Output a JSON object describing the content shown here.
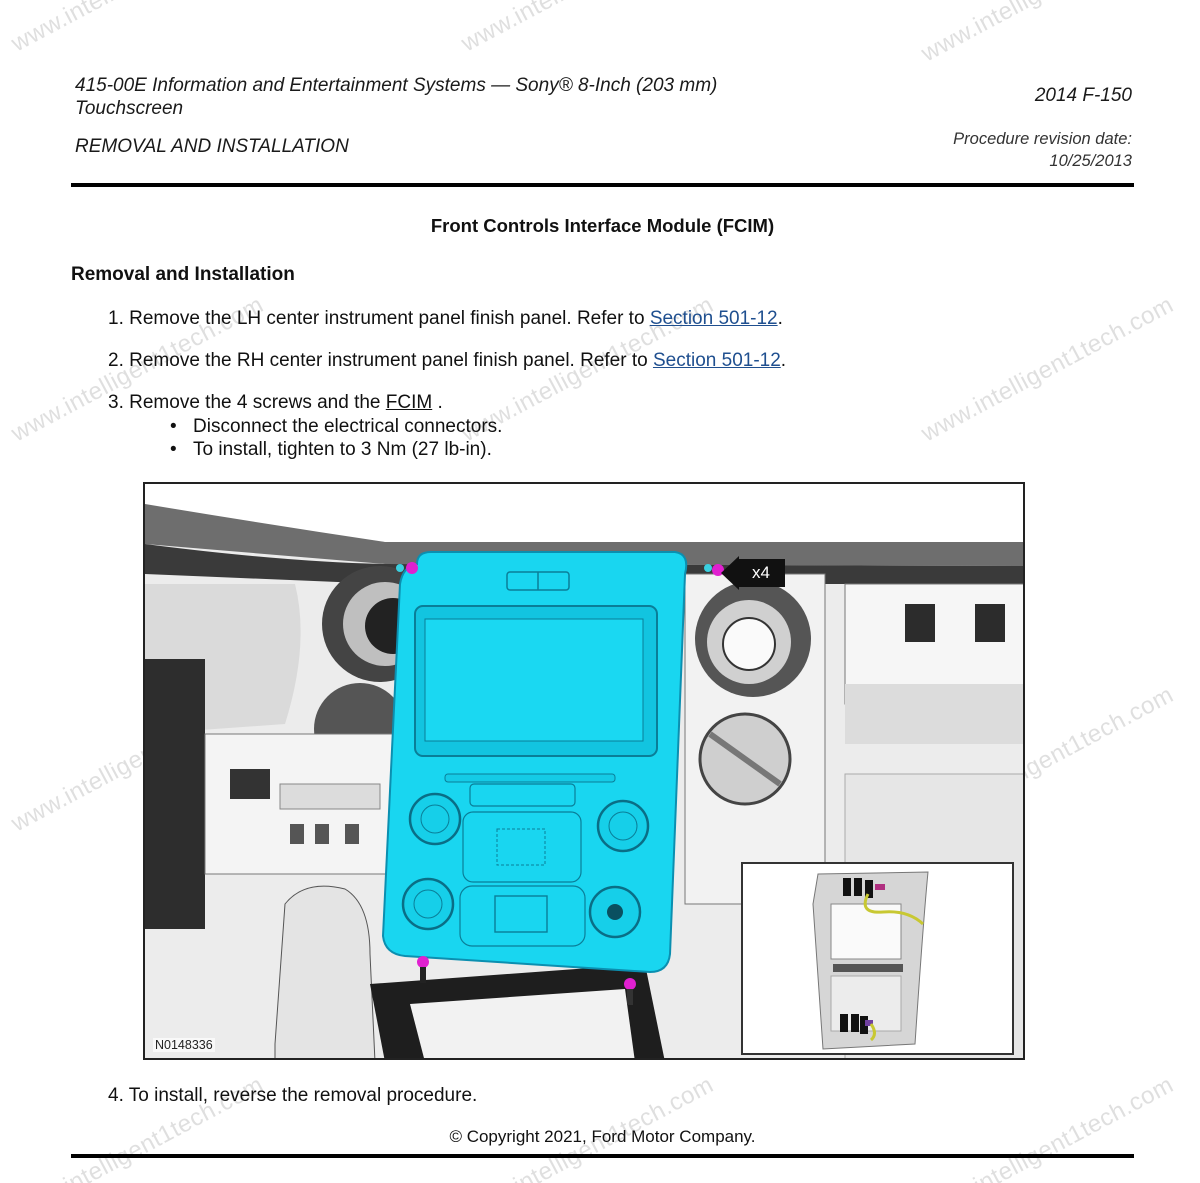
{
  "header": {
    "title": "415-00E Information and Entertainment Systems — Sony® 8-Inch (203 mm) Touchscreen",
    "section": "REMOVAL AND INSTALLATION",
    "vehicle": "2014 F-150",
    "revision_label": "Procedure revision date:",
    "revision_date": "10/25/2013"
  },
  "document": {
    "title": "Front Controls Interface Module (FCIM)",
    "subtitle": "Removal and Installation",
    "steps": [
      {
        "number": "1.",
        "text": "Remove the LH center instrument panel finish panel. Refer to",
        "link": "Section  501-12",
        "suffix": "."
      },
      {
        "number": "2.",
        "text": "Remove the RH center instrument panel finish panel. Refer to",
        "link": "Section  501-12",
        "suffix": "."
      },
      {
        "number": "3.",
        "text": "Remove the 4 screws and the",
        "link": "FCIM",
        "suffix": " .",
        "bullets": [
          "Disconnect the electrical connectors.",
          "To install, tighten to 3 Nm (27 lb-in)."
        ]
      },
      {
        "number": "4.",
        "text": "To install, reverse the removal procedure."
      }
    ]
  },
  "figure": {
    "id": "N0148336",
    "callout": "x4",
    "highlight_color": "#19d6f0",
    "fastener_color": "#e020d0",
    "connector_color": "#c8c832"
  },
  "footer": {
    "copyright": "© Copyright 2021, Ford Motor Company."
  },
  "watermark": "www.intelligent1tech.com"
}
